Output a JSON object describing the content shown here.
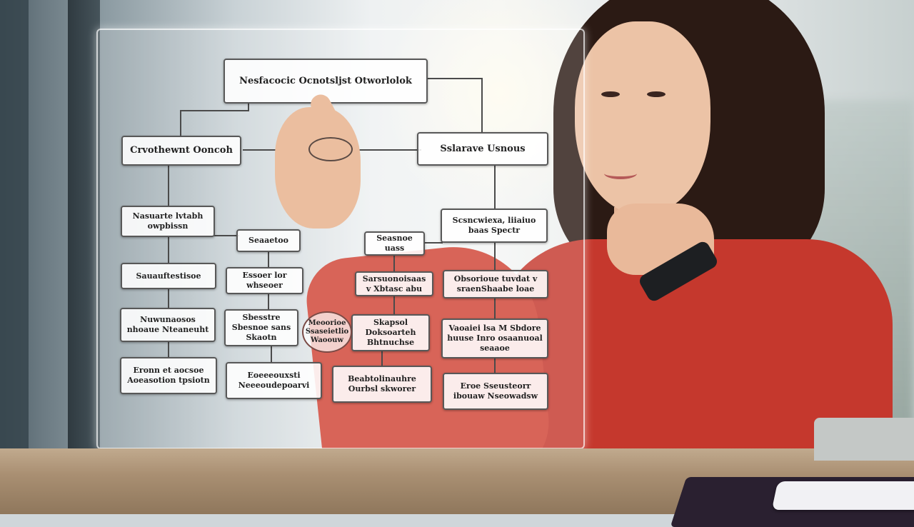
{
  "scene": {
    "background": "office window with city view",
    "accent_shirt": "#c5382d"
  },
  "diagram": {
    "root": "Nesfacocic Ocnotsljst Otworlolok",
    "left_branch": "Crvothewnt Ooncoh",
    "right_branch": "Sslarave Usnous",
    "left_col": [
      "Nasuarte lvtabh owpbissn",
      "Sauauftestisoe",
      "Nuwunaosos nhoaue Nteaneuht",
      "Eronn et aocsoe Aoeasotion tpsiotn"
    ],
    "mid_col_a": [
      "Seaaetoo",
      "Essoer lor whseoer",
      "Sbesstre Sbesnoe sans Skaotn",
      "Eoeeeouxsti Neeeoudepoarvi"
    ],
    "mid_col_b": [
      "Seasnoe uass",
      "Sarsuonoisaas v Xbtasc abu",
      "Skapsol Doksoarteh Bhtnuchse",
      "Beabtolinauhre Ourbsl skworer"
    ],
    "oval_note": "Meoorioe Ssaseietlio Waoouw",
    "right_col": [
      "Scsncwiexa, liiaiuo baas Spectr",
      "Obsorioue tuvdat v sraenShaabe loae",
      "Vaoaiei lsa M Sbdore huuse Inro osaanuoal seaaoe",
      "Eroe Sseusteorr ibouaw Nseowadsw"
    ]
  }
}
